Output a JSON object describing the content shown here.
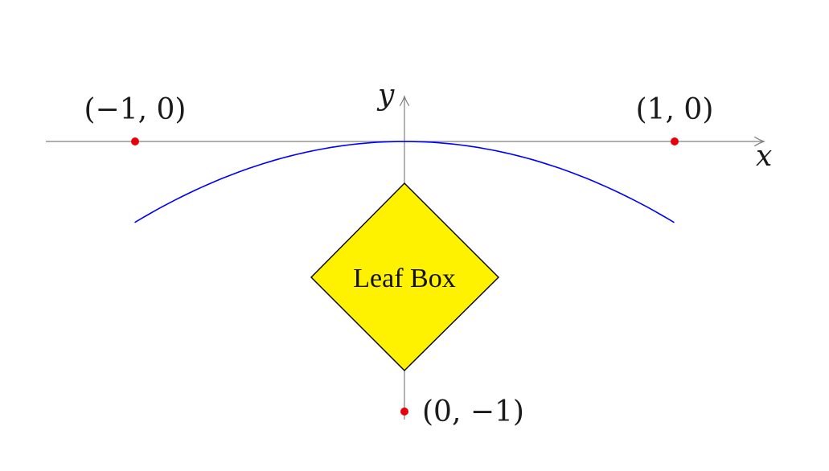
{
  "axes": {
    "x_label": "x",
    "y_label": "y",
    "axis_color": "#808080"
  },
  "points": [
    {
      "id": "left",
      "x": -1,
      "y": 0,
      "label": "(−1, 0)"
    },
    {
      "id": "right",
      "x": 1,
      "y": 0,
      "label": "(1, 0)"
    },
    {
      "id": "bottom",
      "x": 0,
      "y": -1,
      "label": "(0, −1)"
    }
  ],
  "point_color": "#e8000b",
  "curve": {
    "color": "#0000ff",
    "description": "downward parabola through origin",
    "x_range": [
      -1,
      1
    ],
    "y_at_ends": -0.3
  },
  "node": {
    "label": "Leaf Box",
    "shape": "diamond",
    "fill": "#fff200",
    "stroke": "#000000",
    "center": [
      0,
      -0.5
    ]
  }
}
